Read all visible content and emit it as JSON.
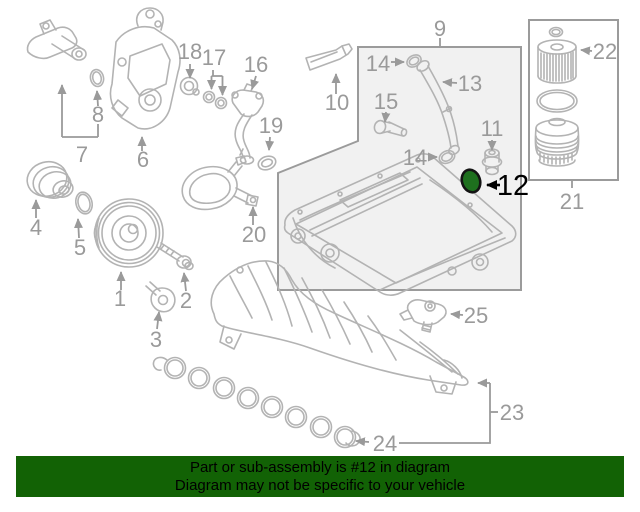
{
  "banner": {
    "line1": "Part or sub-assembly is #12 in diagram",
    "line2": "Diagram may not be specific to your vehicle"
  },
  "highlight": {
    "highlighted_part": "12"
  },
  "callouts": {
    "c1": "1",
    "c2": "2",
    "c3": "3",
    "c4": "4",
    "c5": "5",
    "c6": "6",
    "c7": "7",
    "c8": "8",
    "c9": "9",
    "c10": "10",
    "c11": "11",
    "c12": "12",
    "c13": "13",
    "c14a": "14",
    "c14b": "14",
    "c15": "15",
    "c16": "16",
    "c17": "17",
    "c18": "18",
    "c19": "19",
    "c20": "20",
    "c21": "21",
    "c22": "22",
    "c23": "23",
    "c24": "24",
    "c25": "25"
  },
  "colors": {
    "banner-bg": "#126205",
    "banner-text": "#000000",
    "highlight-fill": "#1e701e",
    "label-gray": "#9a9a9a",
    "line-gray": "#b3b3b3",
    "box-border": "#9b9b9b",
    "box-fill": "#f1f1f1"
  }
}
